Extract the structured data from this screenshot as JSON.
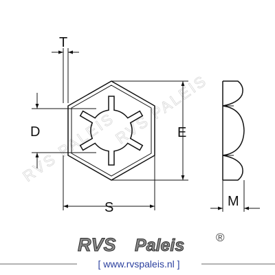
{
  "dimensions": {
    "thickness": "T",
    "hole_diameter": "D",
    "across_corners": "E",
    "across_flats": "S",
    "height": "M"
  },
  "brand": {
    "logo_rvs": "RVS",
    "logo_paleis": "Paleis",
    "registered": "®",
    "website": "[ www.rvspaleis.nl ]",
    "watermark": "RVS PALEIS"
  },
  "colors": {
    "line": "#111111",
    "logo_gray": "#8c8c8c",
    "logo_dark": "#2b2b2b",
    "url_blue": "#2a3f9e",
    "rule_gray": "#9a9a9a"
  }
}
